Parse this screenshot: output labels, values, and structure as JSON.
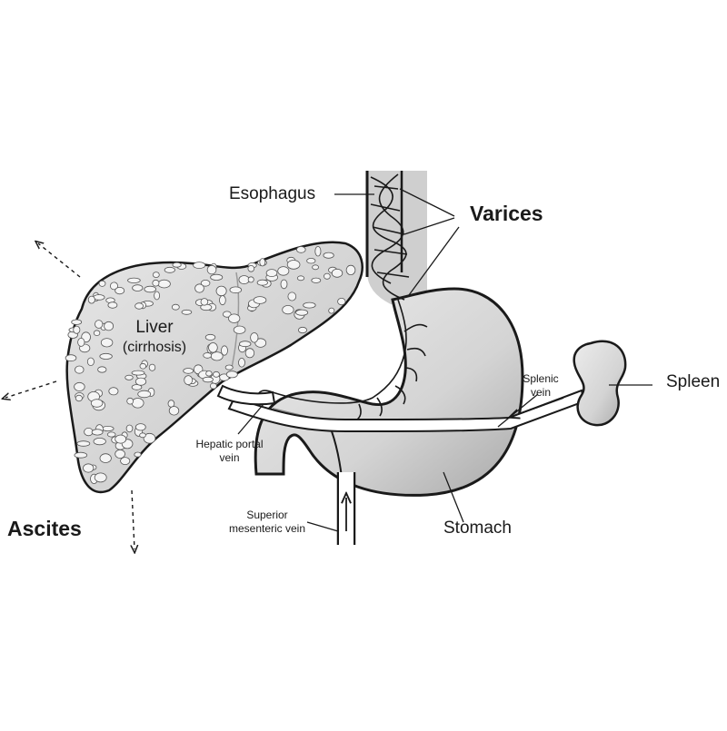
{
  "labels": {
    "esophagus": "Esophagus",
    "varices": "Varices",
    "liver_line1": "Liver",
    "liver_line2": "(cirrhosis)",
    "splenic_vein": "Splenic vein",
    "spleen": "Spleen",
    "hepatic_portal_vein": "Hepatic portal vein",
    "ascites": "Ascites",
    "superior_mesenteric_vein": "Superior mesenteric vein",
    "stomach": "Stomach"
  },
  "colors": {
    "outline": "#1a1a1a",
    "organ_fill": "#d9d9d9",
    "organ_shade": "#bfbfbf",
    "nodule_fill": "#f2f2f2",
    "vein_fill": "#ffffff"
  }
}
